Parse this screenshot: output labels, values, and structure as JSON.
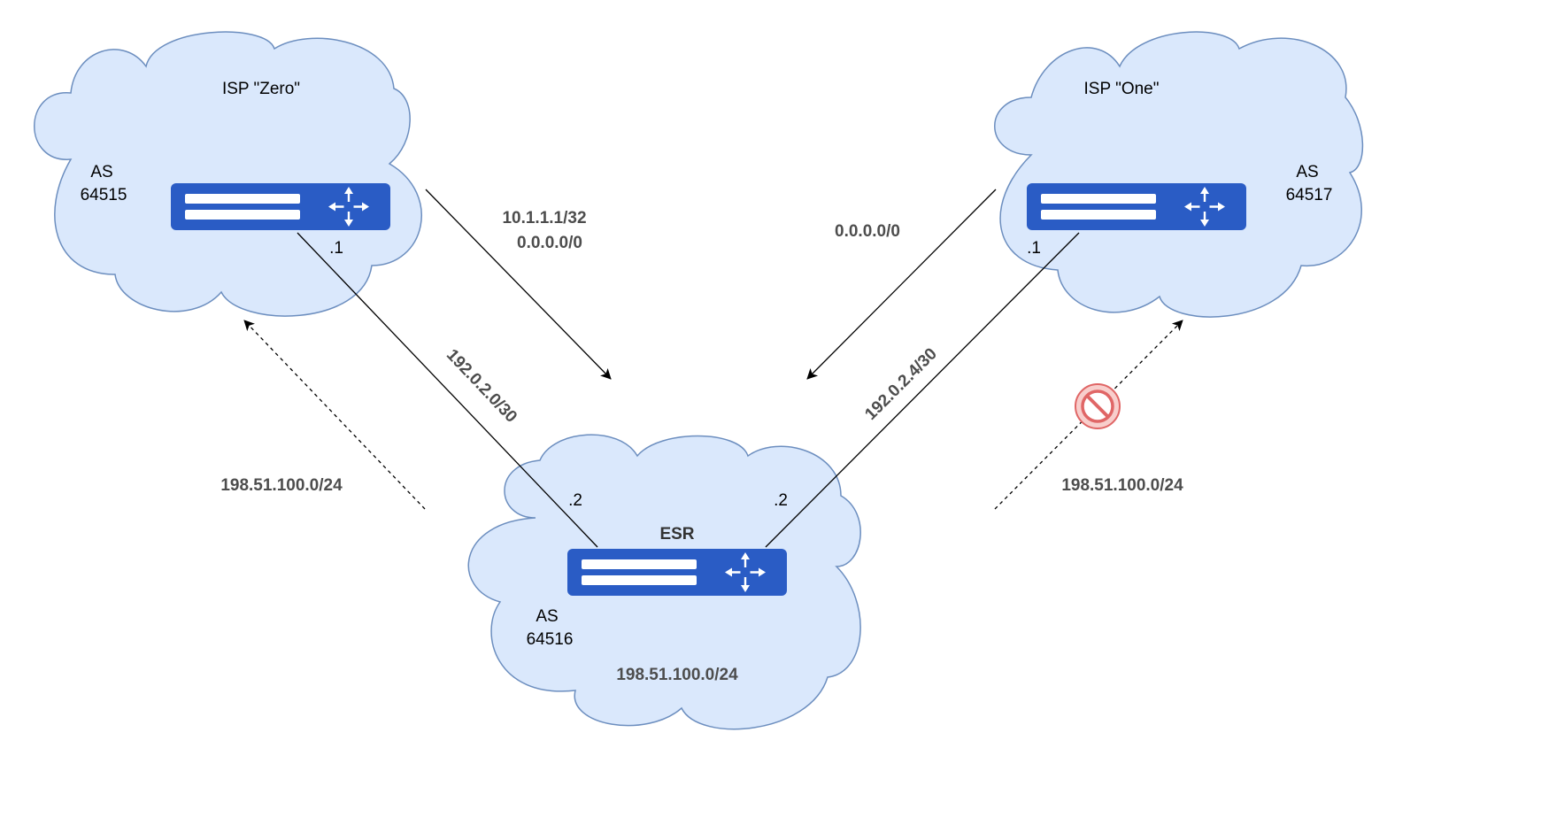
{
  "clouds": {
    "isp_zero": {
      "title": "ISP  \"Zero\"",
      "as_label": "AS",
      "as_number": "64515",
      "router_addr": ".1"
    },
    "isp_one": {
      "title": "ISP  \"One\"",
      "as_label": "AS",
      "as_number": "64517",
      "router_addr": ".1"
    },
    "esr": {
      "title": "ESR",
      "as_label": "AS",
      "as_number": "64516",
      "network": "198.51.100.0/24",
      "addr_left": ".2",
      "addr_right": ".2"
    }
  },
  "links": {
    "left_subnet": "192.0.2.0/30",
    "right_subnet": "192.0.2.4/30"
  },
  "advertisements": {
    "from_zero_line1": "10.1.1.1/32",
    "from_zero_line2": "0.0.0.0/0",
    "from_one": "0.0.0.0/0",
    "to_zero": "198.51.100.0/24",
    "to_one": "198.51.100.0/24"
  },
  "colors": {
    "cloud_fill": "#dae8fc",
    "cloud_stroke": "#6c8ebf",
    "router": "#2a5cc5",
    "blocked_icon": "#e06666"
  },
  "icons": {
    "router": "router-icon",
    "blocked": "no-entry-icon"
  }
}
